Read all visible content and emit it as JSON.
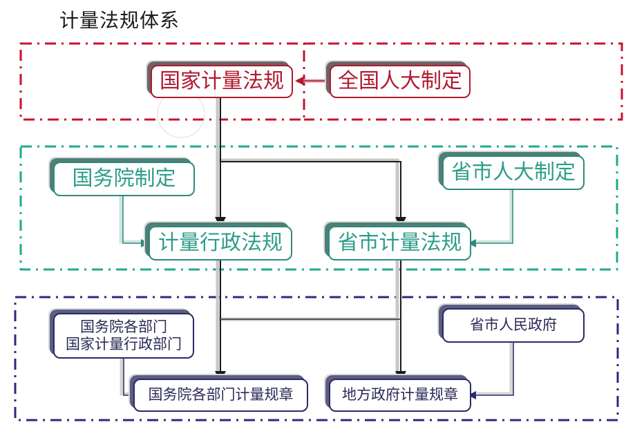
{
  "title": "计量法规体系",
  "colors": {
    "national": "#b01a2e",
    "administrative": "#2c8a7a",
    "rules": "#2a2a66",
    "connector": "#1a1a1a"
  },
  "tiers": [
    {
      "id": "national",
      "nodes": {
        "law": "国家计量法规",
        "maker": "全国人大制定"
      }
    },
    {
      "id": "administrative",
      "nodes": {
        "admin_maker": "国务院制定",
        "admin_law": "计量行政法规",
        "local_maker": "省市人大制定",
        "local_law": "省市计量法规"
      }
    },
    {
      "id": "rules",
      "nodes": {
        "dept_maker_line1": "国务院各部门",
        "dept_maker_line2": "国家计量行政部门",
        "dept_rule": "国务院各部门计量规章",
        "gov_maker": "省市人民政府",
        "gov_rule": "地方政府计量规章"
      }
    }
  ]
}
